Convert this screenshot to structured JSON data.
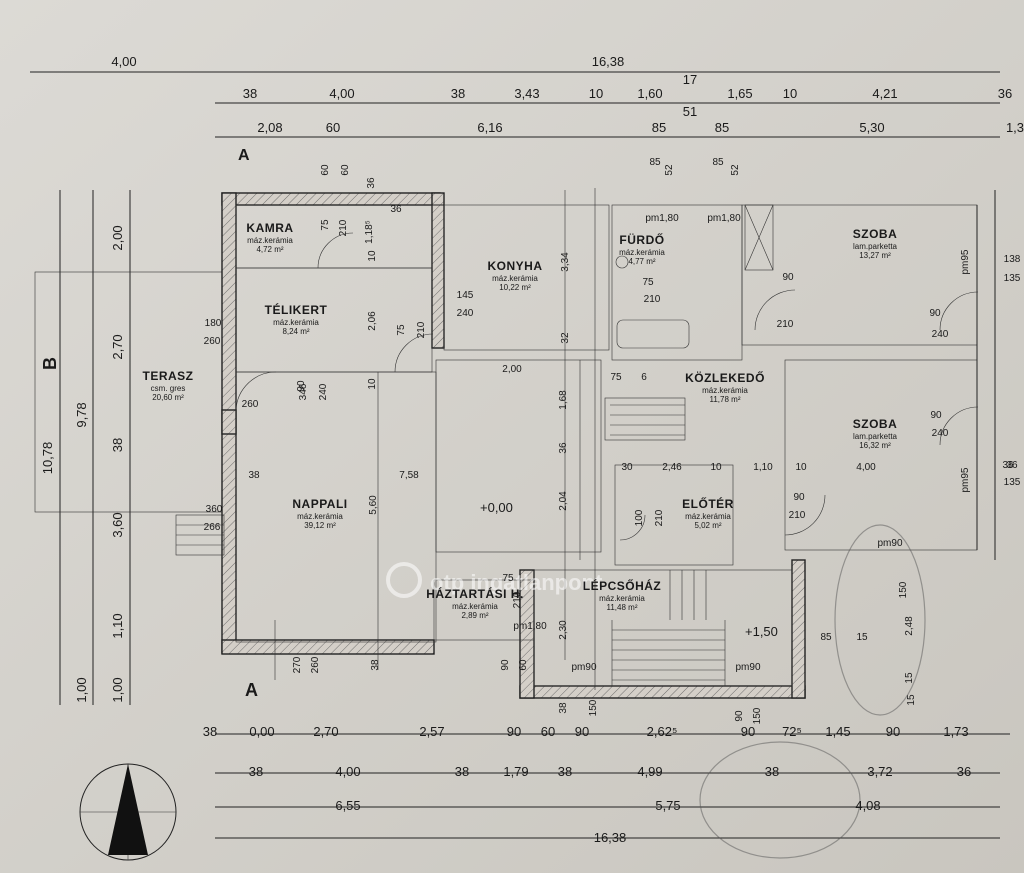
{
  "rooms": [
    {
      "name": "KAMRA",
      "finish": "máz.kerámia",
      "area": "4,72 m²"
    },
    {
      "name": "TÉLIKERT",
      "finish": "máz.kerámia",
      "area": "8,24 m²"
    },
    {
      "name": "KONYHA",
      "finish": "máz.kerámia",
      "area": "10,22 m²"
    },
    {
      "name": "FÜRDŐ",
      "finish": "máz.kerámia",
      "area": "4,77 m²"
    },
    {
      "name": "SZOBA",
      "finish": "lam.parketta",
      "area": "13,27 m²"
    },
    {
      "name": "TERASZ",
      "finish": "csm. gres",
      "area": "20,60 m²"
    },
    {
      "name": "KÖZLEKEDŐ",
      "finish": "máz.kerámia",
      "area": "11,78 m²"
    },
    {
      "name": "SZOBA",
      "finish": "lam.parketta",
      "area": "16,32 m²"
    },
    {
      "name": "NAPPALI",
      "finish": "máz.kerámia",
      "area": "39,12 m²"
    },
    {
      "name": "ELŐTÉR",
      "finish": "máz.kerámia",
      "area": "5,02 m²"
    },
    {
      "name": "HÁZTARTÁSI H.",
      "finish": "máz.kerámia",
      "area": "2,89 m²"
    },
    {
      "name": "LÉPCSŐHÁZ",
      "finish": "máz.kerámia",
      "area": "11,48 m²"
    }
  ],
  "levels": {
    "ground": "+0,00",
    "entry": "+1,50"
  },
  "section_marks": {
    "top": "A",
    "bottom": "A",
    "left": "B"
  },
  "watermark": "otp ingatlanpont",
  "dims_top": {
    "row1": [
      "4,00",
      "16,38"
    ],
    "row2": [
      "38",
      "4,00",
      "38",
      "3,43",
      "10",
      "1,60",
      "17",
      "51",
      "1,65",
      "10",
      "4,21",
      "36"
    ],
    "row3": [
      "2,08",
      "60",
      "6,16",
      "85",
      "85",
      "5,30",
      "1,3"
    ]
  },
  "dims_bottom": {
    "row1": [
      "38",
      "0,00",
      "2,70",
      "2,57",
      "90",
      "60",
      "90",
      "2,62⁵",
      "90",
      "72⁵",
      "1,45",
      "90",
      "1,73"
    ],
    "row2": [
      "38",
      "4,00",
      "38",
      "1,79",
      "38",
      "4,99",
      "38",
      "3,72",
      "36"
    ],
    "row3": [
      "6,55",
      "5,75",
      "4,08"
    ],
    "row4": [
      "16,38"
    ]
  },
  "dims_left": [
    "10,78",
    "9,78",
    "2,00",
    "2,70",
    "38",
    "3,60",
    "1,10",
    "1,00",
    "1,00"
  ],
  "dims_right": [
    "138",
    "135",
    "36",
    "135"
  ],
  "inner": {
    "kamra": [
      "60",
      "60",
      "36",
      "75",
      "210",
      "1,18⁵",
      "36"
    ],
    "konyha": [
      "145",
      "240",
      "3,34",
      "32"
    ],
    "furdo": [
      "85",
      "52",
      "85",
      "52",
      "pm1,80",
      "pm1,80",
      "75",
      "210",
      "90",
      "210",
      "90",
      "240"
    ],
    "telikert": [
      "180",
      "260",
      "75",
      "210",
      "2,06",
      "10",
      "10"
    ],
    "nappali": [
      "90",
      "260",
      "346",
      "240",
      "38",
      "7,58",
      "5,60",
      "270",
      "260",
      "38",
      "360",
      "266"
    ],
    "kozlekedo": [
      "2,00",
      "75",
      "6",
      "1,68",
      "36",
      "2,04",
      "30",
      "2,46",
      "10",
      "1,10",
      "10",
      "4,00",
      "36"
    ],
    "szoba2": [
      "90",
      "240",
      "90",
      "210",
      "pm95",
      "pm95",
      "pm90",
      "150",
      "2,48",
      "15"
    ],
    "eloter": [
      "100",
      "210",
      "75",
      "210"
    ],
    "lepcso": [
      "2,30",
      "pm1,80",
      "90",
      "60",
      "pm90",
      "pm90",
      "38",
      "150",
      "90",
      "150",
      "85",
      "15",
      "15"
    ]
  }
}
